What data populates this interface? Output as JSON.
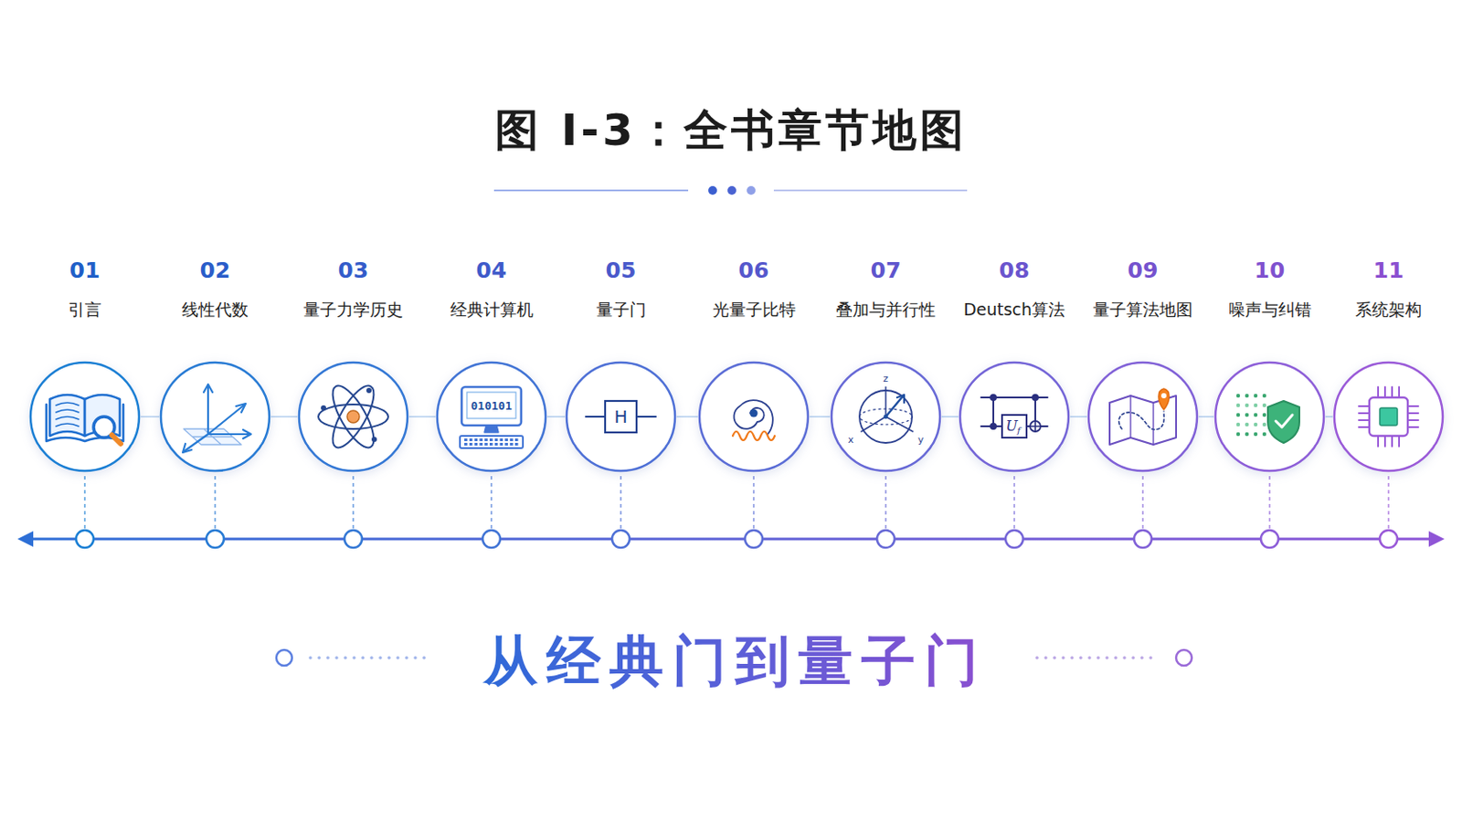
{
  "diagram": {
    "title": "图 I-3：全书章节地图",
    "caption": "从经典门到量子门",
    "nodes": [
      {
        "text": [
          "01",
          "引言"
        ]
      },
      {
        "text": [
          "02",
          "线性代数"
        ]
      },
      {
        "text": [
          "03",
          "量子力学历史"
        ]
      },
      {
        "text": [
          "04",
          "经典计算机"
        ]
      },
      {
        "text": [
          "05",
          "量子门"
        ]
      },
      {
        "text": [
          "06",
          "光量子比特"
        ]
      },
      {
        "text": [
          "07",
          "叠加与并行性"
        ]
      },
      {
        "text": [
          "08",
          "Deutsch算法"
        ]
      },
      {
        "text": [
          "09",
          "量子算法地图"
        ]
      },
      {
        "text": [
          "10",
          "噪声与纠错"
        ]
      },
      {
        "text": [
          "11",
          "系统架构"
        ]
      }
    ],
    "edges": [
      {
        "from": 0,
        "to": 1,
        "arrow": "none"
      },
      {
        "from": 1,
        "to": 2,
        "arrow": "none"
      },
      {
        "from": 2,
        "to": 3,
        "arrow": "none"
      },
      {
        "from": 3,
        "to": 4,
        "arrow": "none"
      },
      {
        "from": 4,
        "to": 5,
        "arrow": "none"
      },
      {
        "from": 5,
        "to": 6,
        "arrow": "none"
      },
      {
        "from": 6,
        "to": 7,
        "arrow": "none"
      },
      {
        "from": 7,
        "to": 8,
        "arrow": "none"
      },
      {
        "from": 8,
        "to": 9,
        "arrow": "none"
      },
      {
        "from": 9,
        "to": 10,
        "arrow": "none"
      }
    ],
    "labels": [
      "010101",
      "H",
      "U",
      "f",
      "z",
      "x",
      "y"
    ]
  }
}
